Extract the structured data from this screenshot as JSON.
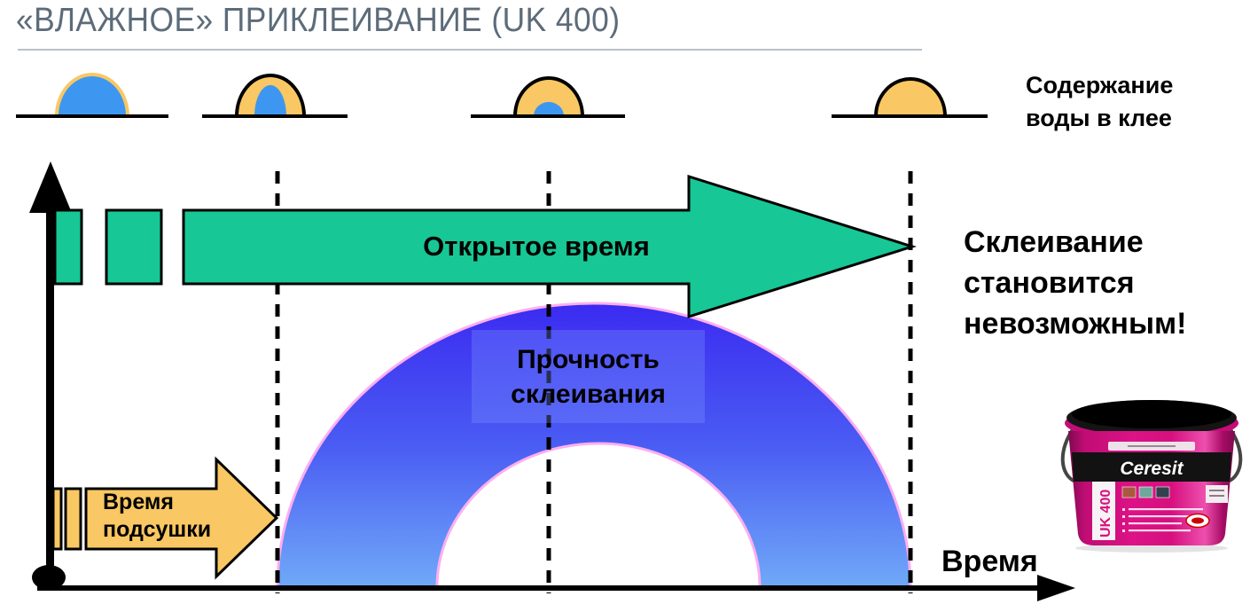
{
  "title": "«ВЛАЖНОЕ» ПРИКЛЕИВАНИЕ (UK 400)",
  "legend": {
    "water_content": {
      "line1": "Содержание",
      "line2": "воды в клее"
    }
  },
  "arrows": {
    "open_time": {
      "label": "Открытое время"
    },
    "drying_time": {
      "line1": "Время",
      "line2": "подсушки"
    }
  },
  "arch": {
    "label_line1": "Прочность",
    "label_line2": "склеивания"
  },
  "warning": {
    "line1": "Склеивание",
    "line2": "становится",
    "line3": "невозможным!"
  },
  "axis": {
    "x_label": "Время"
  },
  "product": {
    "brand": "Ceresit",
    "model": "UK 400"
  },
  "colors": {
    "title_color": "#5d6b7a",
    "green": "#17c795",
    "orange": "#f9c763",
    "drop_blue": "#3d97f0",
    "arch_top": "#3b2bf1",
    "arch_mid": "#4a5cf3",
    "arch_bottom": "#70a9f8",
    "arch_outline": "#ffaef0",
    "magenta": "#d6107f"
  }
}
